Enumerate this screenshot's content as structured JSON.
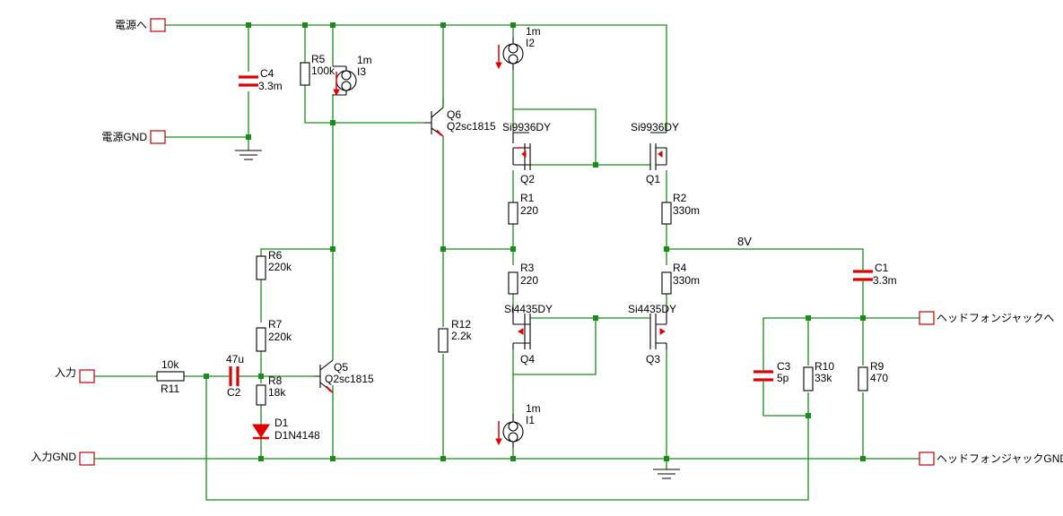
{
  "ports": {
    "power": "電源へ",
    "power_gnd": "電源GND",
    "input": "入力",
    "input_gnd": "入力GND",
    "hp": "ヘッドフォンジャックへ",
    "hp_gnd": "ヘッドフォンジャックGND"
  },
  "components": {
    "R5": {
      "ref": "R5",
      "value": "100k"
    },
    "I3": {
      "ref": "I3",
      "value": "1m"
    },
    "C4": {
      "ref": "C4",
      "value": "3.3m"
    },
    "Q6": {
      "ref": "Q6",
      "value": "Q2sc1815"
    },
    "I2": {
      "ref": "I2",
      "value": "1m"
    },
    "Q2": {
      "ref": "Q2",
      "value": "Si9936DY"
    },
    "Q1": {
      "ref": "Q1",
      "value": "Si9936DY"
    },
    "R1": {
      "ref": "R1",
      "value": "220"
    },
    "R2": {
      "ref": "R2",
      "value": "330m"
    },
    "R3": {
      "ref": "R3",
      "value": "220"
    },
    "R4": {
      "ref": "R4",
      "value": "330m"
    },
    "Q4": {
      "ref": "Q4",
      "value": "Si4435DY"
    },
    "Q3": {
      "ref": "Q3",
      "value": "Si4435DY"
    },
    "I1": {
      "ref": "I1",
      "value": "1m"
    },
    "R6": {
      "ref": "R6",
      "value": "220k"
    },
    "R7": {
      "ref": "R7",
      "value": "220k"
    },
    "R8": {
      "ref": "R8",
      "value": "18k"
    },
    "D1": {
      "ref": "D1",
      "value": "D1N4148"
    },
    "Q5": {
      "ref": "Q5",
      "value": "Q2sc1815"
    },
    "R11": {
      "ref": "R11",
      "value": "10k"
    },
    "C2": {
      "ref": "C2",
      "value": "47u"
    },
    "R12": {
      "ref": "R12",
      "value": "2.2k"
    },
    "C1": {
      "ref": "C1",
      "value": "3.3m"
    },
    "C3": {
      "ref": "C3",
      "value": "5p"
    },
    "R10": {
      "ref": "R10",
      "value": "33k"
    },
    "R9": {
      "ref": "R9",
      "value": "470"
    }
  },
  "net_labels": {
    "out_bias": "8V"
  }
}
